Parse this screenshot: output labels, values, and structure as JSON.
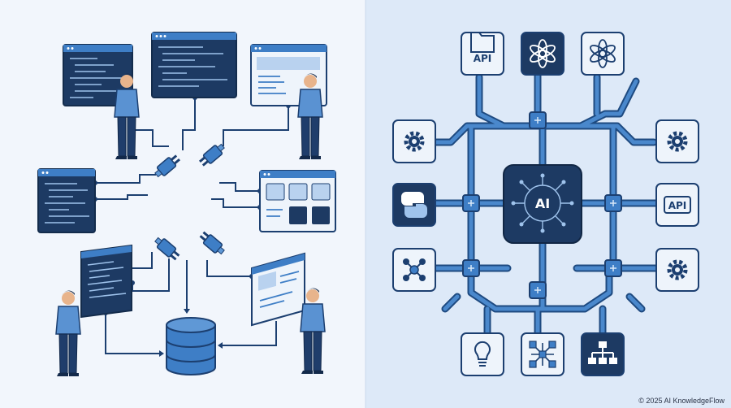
{
  "colors": {
    "left_bg": "#f2f6fc",
    "right_bg": "#dde9f8",
    "navy": "#1c3f70",
    "blue": "#3e7ec6",
    "mid_blue": "#5f98d6",
    "light_blue": "#cfe0f5",
    "pipe": "#4a88cc",
    "pipe_dark": "#1e4a80",
    "skin": "#e8b48c"
  },
  "hub": {
    "label": "AI",
    "icon": "brain-chip-icon"
  },
  "tiles": [
    {
      "label": "API",
      "icon": "api-folder-icon"
    },
    {
      "label": "",
      "icon": "openai-logo-icon"
    },
    {
      "label": "",
      "icon": "openai-logo-icon"
    },
    {
      "label": "",
      "icon": "gear-icon"
    },
    {
      "label": "",
      "icon": "gear-icon"
    },
    {
      "label": "",
      "icon": "python-logo-icon"
    },
    {
      "label": "API",
      "icon": "api-icon"
    },
    {
      "label": "",
      "icon": "network-nodes-icon"
    },
    {
      "label": "",
      "icon": "gear-icon"
    },
    {
      "label": "",
      "icon": "lightbulb-icon"
    },
    {
      "label": "",
      "icon": "connected-nodes-icon"
    },
    {
      "label": "",
      "icon": "hierarchy-icon"
    }
  ],
  "left_scene": {
    "people": [
      "developer-with-code",
      "developer-with-app-window",
      "developer-with-tablet",
      "developer-with-browser"
    ],
    "center": "plug-connectors",
    "storage": "database-icon"
  },
  "credit": "© 2025 AI KnowledgeFlow"
}
